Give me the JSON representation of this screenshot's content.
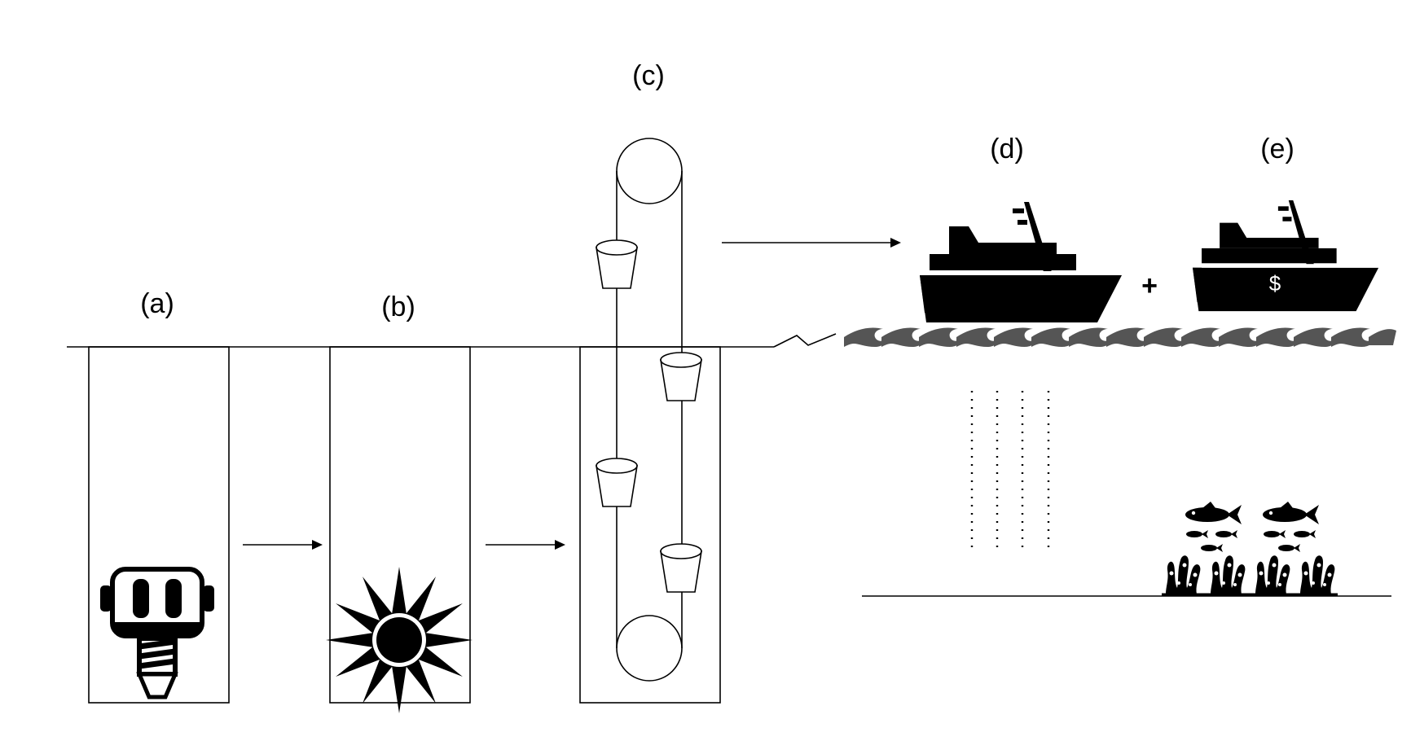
{
  "labels": {
    "a": "(a)",
    "b": "(b)",
    "c": "(c)",
    "d": "(d)",
    "e": "(e)"
  },
  "plus_sign": "+",
  "currency_symbol": "$",
  "icons": {
    "drill": "drill-bit-icon",
    "blast": "explosion-icon",
    "conveyor": "bucket-conveyor-icon",
    "vessel": "ship-icon",
    "vessel_paid": "ship-with-dollar-icon",
    "waves": "waves-icon",
    "fish": "fish-icon",
    "coral": "coral-reef-icon"
  },
  "colors": {
    "ink": "#000000",
    "wave": "#555555",
    "background": "#ffffff"
  }
}
